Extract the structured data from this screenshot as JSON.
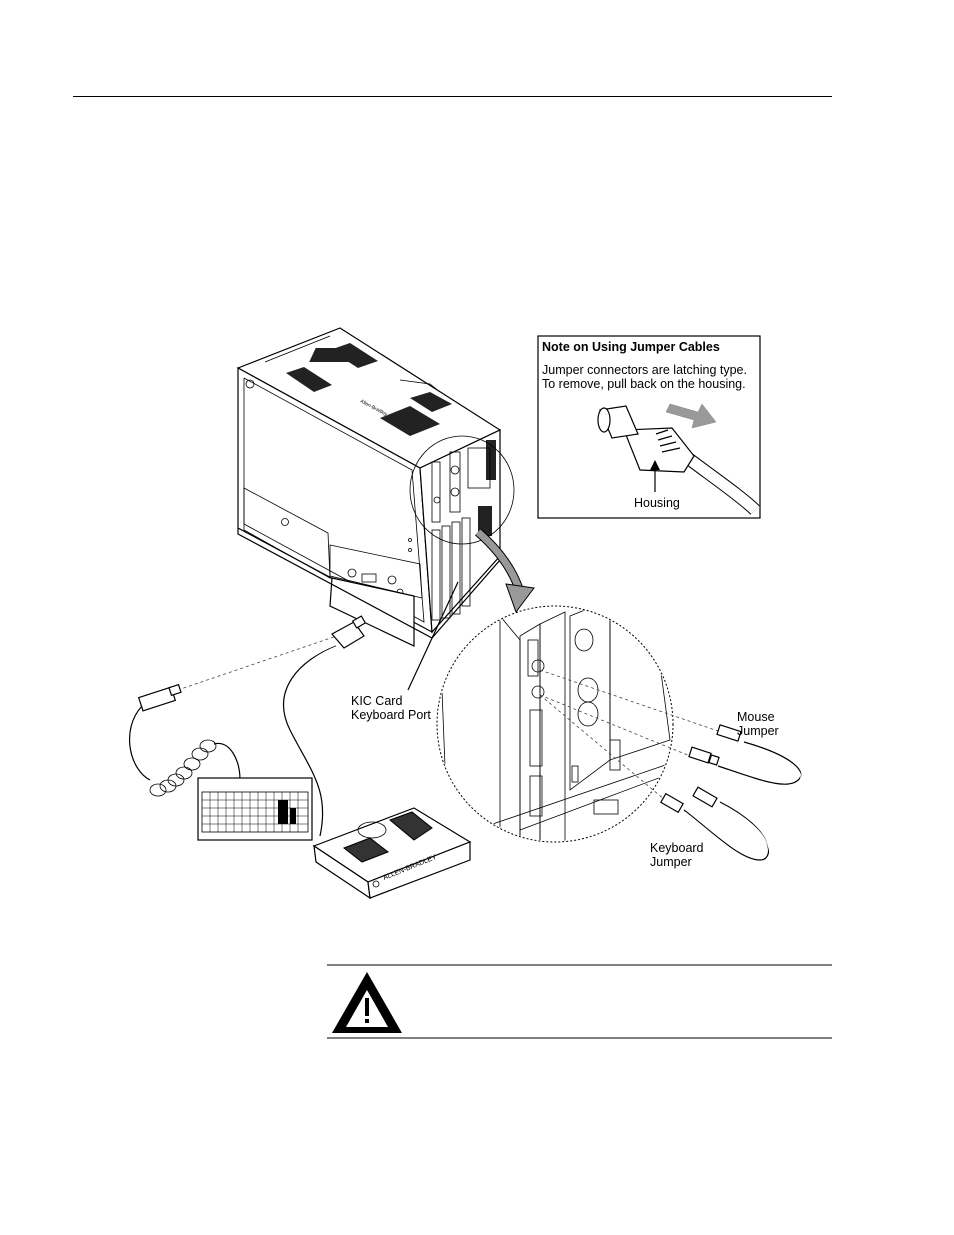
{
  "note_box": {
    "title": "Note on Using Jumper Cables",
    "line1": "Jumper connectors are latching type.",
    "line2": "To remove, pull back on the housing.",
    "housing_label": "Housing"
  },
  "callouts": {
    "kic_line1": "KIC Card",
    "kic_line2": "Keyboard Port",
    "mouse_line1": "Mouse",
    "mouse_line2": "Jumper",
    "keyboard_line1": "Keyboard",
    "keyboard_line2": "Jumper"
  },
  "brand": {
    "chassis_logo": "Allen-Bradley",
    "trackball_text": "ALLEN-BRADLEY"
  },
  "warning": {
    "icon": "warning-triangle-icon"
  }
}
